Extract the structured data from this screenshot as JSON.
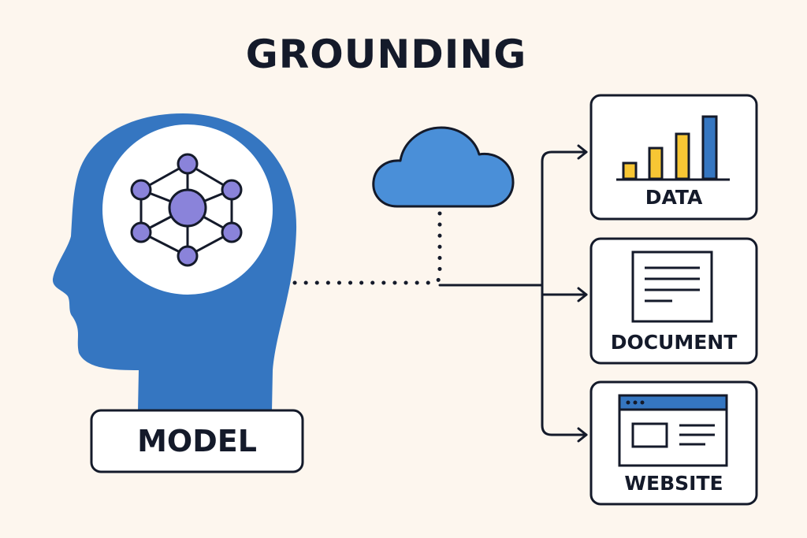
{
  "title": "GROUNDING",
  "model": {
    "label": "MODEL"
  },
  "sources": [
    {
      "label": "DATA"
    },
    {
      "label": "DOCUMENT"
    },
    {
      "label": "WEBSITE"
    }
  ],
  "colors": {
    "background": "#fdf6ee",
    "head": "#3576c1",
    "cloud": "#4a8fd8",
    "network_node": "#8a83da",
    "outline": "#141a2a",
    "bar_yellow": "#f7c634",
    "bar_blue": "#3576c1",
    "browser_bar": "#3576c1"
  }
}
